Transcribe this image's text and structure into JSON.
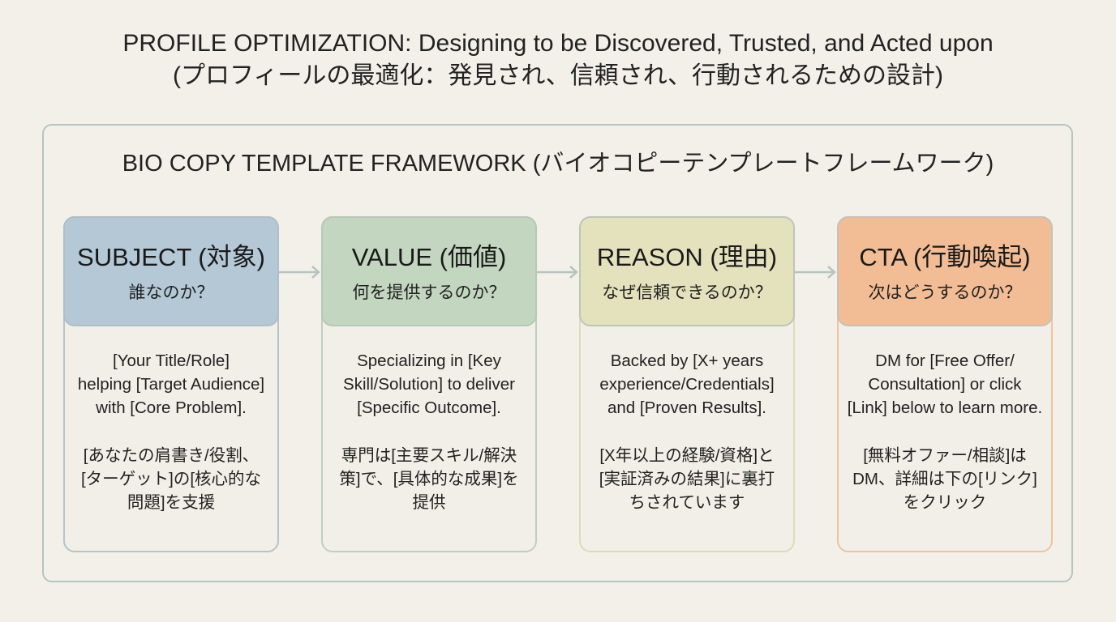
{
  "header": {
    "title_en": "PROFILE OPTIMIZATION: Designing to be Discovered, Trusted, and Acted upon",
    "title_jp": "(プロフィールの最適化：発見され、信頼され、行動されるための設計)"
  },
  "framework": {
    "title": "BIO COPY TEMPLATE FRAMEWORK (バイオコピーテンプレートフレームワーク)"
  },
  "colors": {
    "background": "#f3f0ea",
    "frame_border": "#b6c4c1",
    "subject": "#b4c8d6",
    "value": "#c3d6c0",
    "reason": "#e4e2bd",
    "cta": "#f2bd94",
    "arrow": "#b7c4c2"
  },
  "cards": [
    {
      "title": "SUBJECT (対象)",
      "question": "誰なのか？",
      "text_en": "[Your Title/Role]\nhelping [Target Audience]\nwith [Core Problem].",
      "text_jp": "[あなたの肩書き/役割、\n[ターゲット]の[核心的な\n問題]を支援"
    },
    {
      "title": "VALUE (価値)",
      "question": "何を提供するのか？",
      "text_en": "Specializing in [Key\nSkill/Solution] to deliver\n[Specific Outcome].",
      "text_jp": "専門は[主要スキル/解決\n策]で、[具体的な成果]を\n提供"
    },
    {
      "title": "REASON (理由)",
      "question": "なぜ信頼できるのか？",
      "text_en": "Backed by [X+ years\nexperience/Credentials]\nand [Proven Results].",
      "text_jp": "[X年以上の経験/資格]と\n[実証済みの結果]に裏打\nちされています"
    },
    {
      "title": "CTA (行動喚起)",
      "question": "次はどうするのか？",
      "text_en": "DM for [Free Offer/\nConsultation] or click\n[Link] below to learn more.",
      "text_jp": "[無料オファー/相談]は\nDM、詳細は下の[リンク]\nをクリック"
    }
  ]
}
